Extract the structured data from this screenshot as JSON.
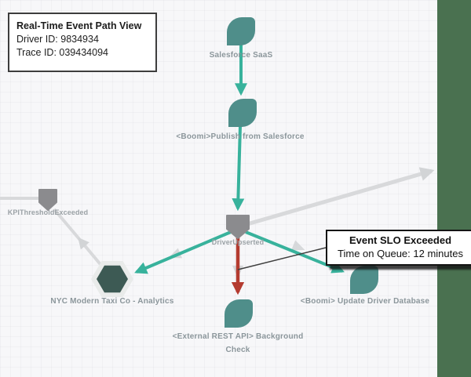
{
  "info_panel": {
    "title": "Real-Time Event Path View",
    "driver_id": "Driver ID: 9834934",
    "trace_id": "Trace ID: 039434094"
  },
  "tooltip": {
    "title": "Event SLO Exceeded",
    "detail": "Time on Queue: 12 minutes"
  },
  "nodes": {
    "salesforce": {
      "label": "Salesforce SaaS",
      "type": "application"
    },
    "publish": {
      "label": "<Boomi>Publish from Salesforce",
      "type": "application"
    },
    "driver_upserted": {
      "label": "DriverUpserted",
      "type": "event"
    },
    "kpi": {
      "label": "KPIThresholdExceeded",
      "type": "event"
    },
    "analytics": {
      "label": "NYC Modern Taxi Co - Analytics",
      "type": "consumer"
    },
    "update_db": {
      "label": "<Boomi> Update Driver Database",
      "type": "application"
    },
    "background_check": {
      "label": "<External REST API> Background Check",
      "type": "application"
    }
  },
  "edges": [
    {
      "from": "Salesforce SaaS",
      "to": "<Boomi>Publish from Salesforce",
      "status": "ok"
    },
    {
      "from": "<Boomi>Publish from Salesforce",
      "to": "DriverUpserted",
      "status": "ok"
    },
    {
      "from": "DriverUpserted",
      "to": "NYC Modern Taxi Co - Analytics",
      "status": "ok"
    },
    {
      "from": "DriverUpserted",
      "to": "<Boomi> Update Driver Database",
      "status": "ok"
    },
    {
      "from": "DriverUpserted",
      "to": "<External REST API> Background Check",
      "status": "slo-exceeded"
    },
    {
      "from": "DriverUpserted",
      "to": "offscreen-right",
      "status": "inactive"
    },
    {
      "from": "NYC Modern Taxi Co - Analytics",
      "to": "KPIThresholdExceeded",
      "status": "inactive"
    },
    {
      "from": "offscreen-left",
      "to": "KPIThresholdExceeded",
      "status": "inactive"
    }
  ],
  "colors": {
    "path_ok": "#38b29c",
    "path_slo_exceeded": "#b43b30",
    "inactive_edge": "#d8d9db",
    "node_teal": "#4f8e8a",
    "node_gray": "#8b8b8e",
    "node_dark_hex": "#3d5a54",
    "side_band_green": "#4a7150"
  }
}
